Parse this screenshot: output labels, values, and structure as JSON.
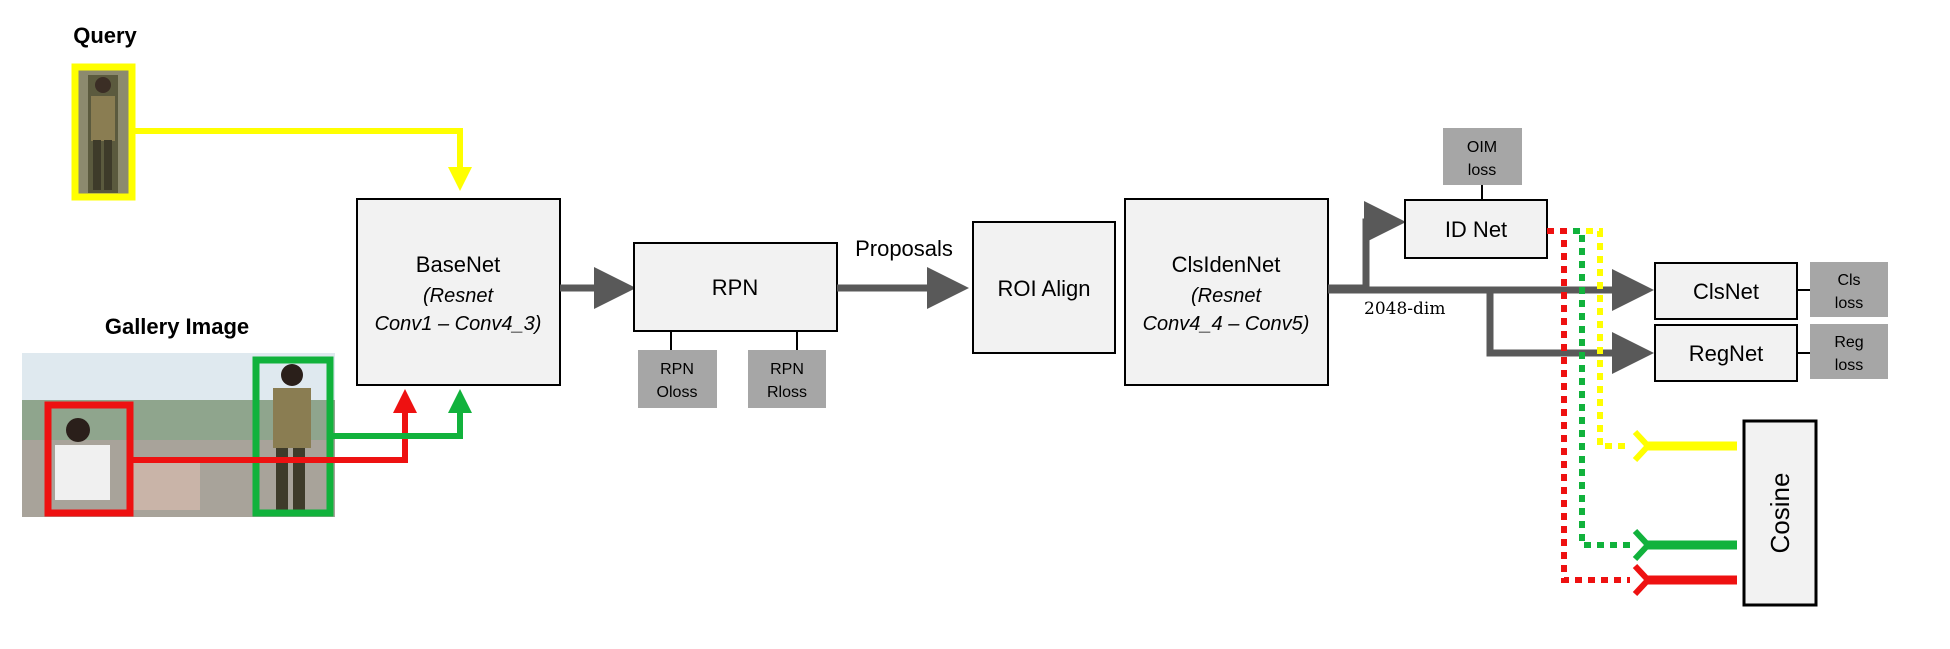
{
  "labels": {
    "query": "Query",
    "gallery": "Gallery Image",
    "proposals": "Proposals",
    "dim": "2048-dim"
  },
  "basenet": {
    "title": "BaseNet",
    "line2": "(Resnet",
    "line3": "Conv1 – Conv4_3)"
  },
  "rpn": {
    "title": "RPN",
    "oloss_l1": "RPN",
    "oloss_l2": "Oloss",
    "rloss_l1": "RPN",
    "rloss_l2": "Rloss"
  },
  "roi": {
    "title": "ROI Align"
  },
  "clsiden": {
    "title": "ClsIdenNet",
    "line2": "(Resnet",
    "line3": "Conv4_4 – Conv5)"
  },
  "idnet": {
    "title": "ID Net",
    "loss_l1": "OIM",
    "loss_l2": "loss"
  },
  "clsnet": {
    "title": "ClsNet",
    "loss_l1": "Cls",
    "loss_l2": "loss"
  },
  "regnet": {
    "title": "RegNet",
    "loss_l1": "Reg",
    "loss_l2": "loss"
  },
  "cosine": {
    "title": "Cosine"
  },
  "colors": {
    "query": "#ffff00",
    "gallery_red": "#ee1111",
    "gallery_green": "#11b23c",
    "arrow_gray": "#595959",
    "box_fill": "#f2f2f2",
    "loss_fill": "#a6a6a6"
  }
}
